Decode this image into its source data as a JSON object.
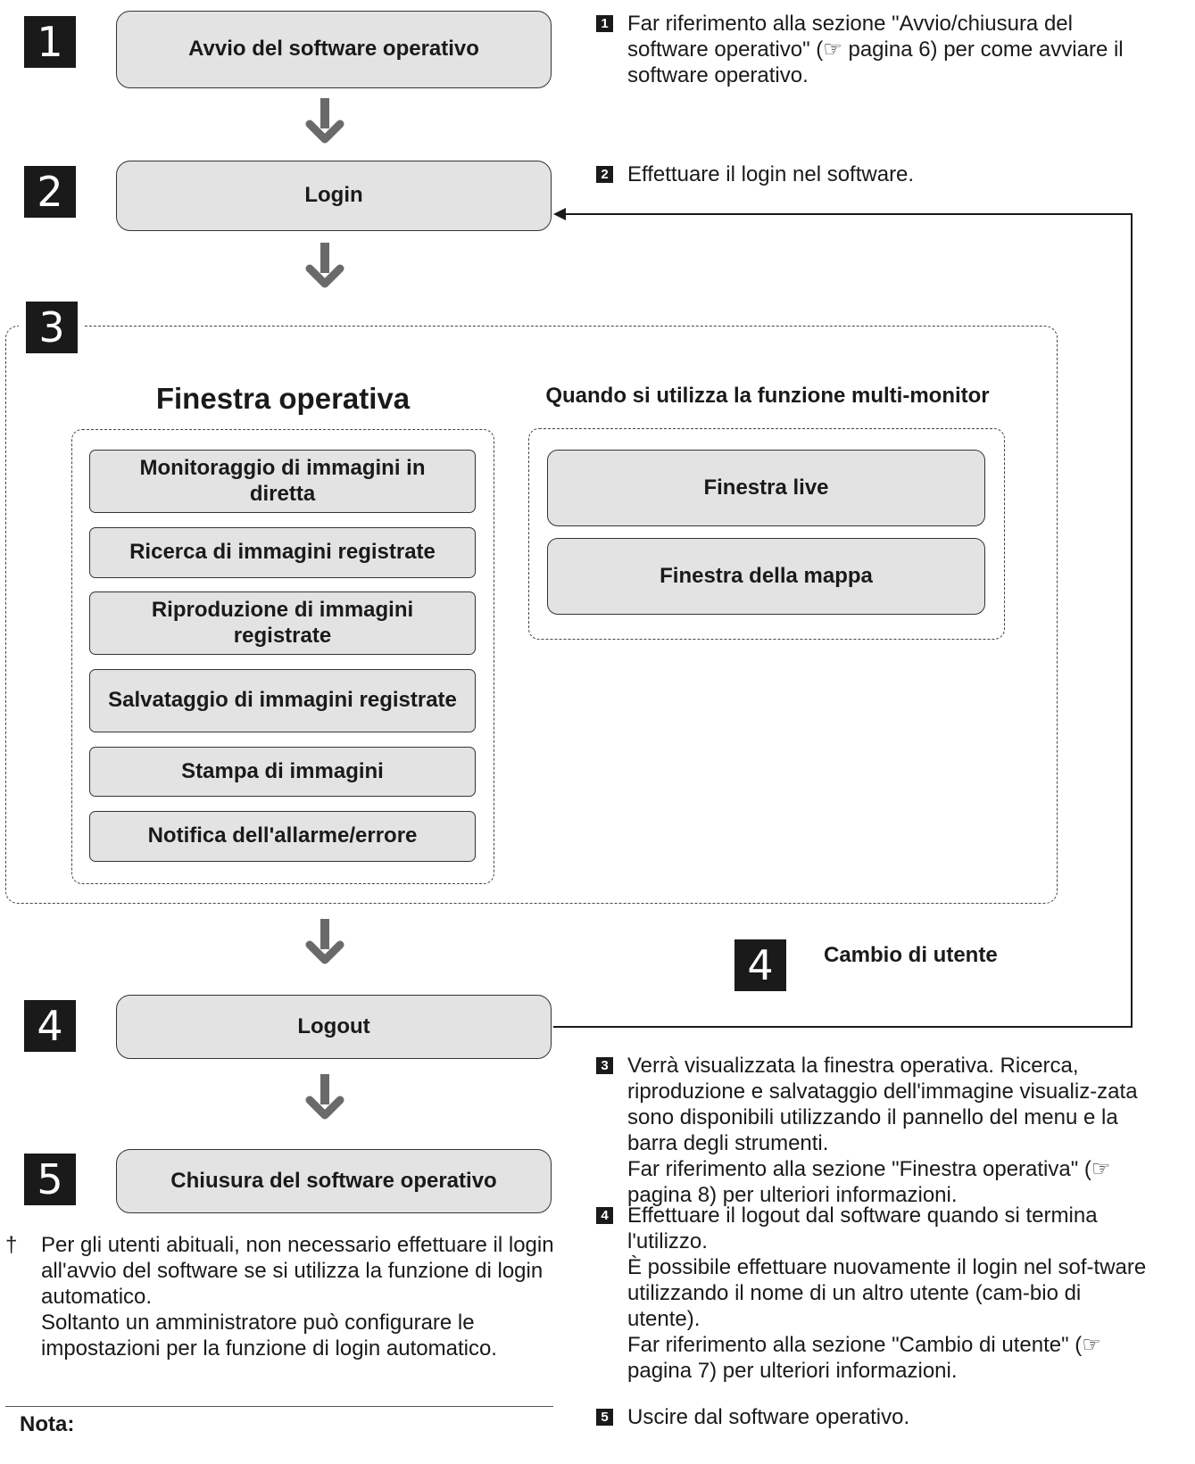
{
  "steps": {
    "s1": {
      "num": "1",
      "label": "Avvio del software operativo"
    },
    "s2": {
      "num": "2",
      "label": "Login"
    },
    "s3": {
      "num": "3"
    },
    "s4": {
      "num": "4",
      "label": "Logout"
    },
    "s5": {
      "num": "5",
      "label": "Chiusura del software operativo"
    }
  },
  "operative": {
    "title": "Finestra operativa",
    "items": [
      "Monitoraggio di immagini in diretta",
      "Ricerca di immagini registrate",
      "Riproduzione di immagini registrate",
      "Salvataggio di immagini registrate",
      "Stampa di immagini",
      "Notifica dell'allarme/errore"
    ]
  },
  "multimonitor": {
    "title": "Quando si utilizza la funzione multi-monitor",
    "items": [
      "Finestra live",
      "Finestra della mappa"
    ]
  },
  "user_change": {
    "num": "4",
    "label": "Cambio di utente"
  },
  "notes": {
    "n1": {
      "num": "1",
      "text": "Far riferimento alla sezione \"Avvio/chiusura del software operativo\" (☞ pagina 6) per come avviare il software operativo."
    },
    "n2": {
      "num": "2",
      "text": "Effettuare il login nel software."
    },
    "n3": {
      "num": "3",
      "p1": "Verrà visualizzata la finestra operativa. Ricerca, riproduzione e salvataggio dell'immagine visualiz-zata sono disponibili utilizzando il pannello del menu e la barra degli strumenti.",
      "p2": "Far riferimento alla sezione \"Finestra operativa\" (☞ pagina 8) per ulteriori informazioni."
    },
    "n4": {
      "num": "4",
      "p1": "Effettuare il logout dal software quando si termina l'utilizzo.",
      "p2": "È possibile effettuare nuovamente il login nel sof-tware utilizzando il nome di un altro utente (cam-bio di utente).",
      "p3": "Far riferimento alla sezione \"Cambio di utente\" (☞ pagina 7) per ulteriori informazioni."
    },
    "n5": {
      "num": "5",
      "text": "Uscire dal software operativo."
    }
  },
  "footnote": {
    "marker": "†",
    "p1": "Per gli utenti abituali, non necessario effettuare il login all'avvio del software se si utilizza la funzione di login automatico.",
    "p2": "Soltanto un amministratore può configurare le impostazioni per la funzione di login automatico."
  },
  "nota": {
    "label": "Nota:"
  }
}
